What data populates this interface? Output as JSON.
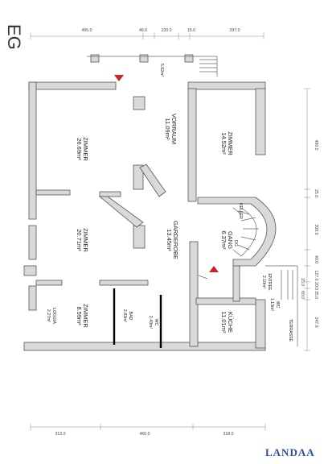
{
  "floor_label": "EG",
  "brand": "LANDAA",
  "top_dimensions": [
    "495.0",
    "46.0",
    "220.0",
    "15.0",
    "297.0"
  ],
  "bottom_dimensions": [
    "313.0",
    "460.0",
    "318.0"
  ],
  "right_dimensions": [
    "490.0",
    "25.0",
    "300.0",
    "40.0",
    "127.0",
    "20.0",
    "35.0",
    "247.0"
  ],
  "right_small_dimensions": [
    "15.0",
    "60.0"
  ],
  "rooms": [
    {
      "name": "ZIMMER",
      "area": "26.69m²"
    },
    {
      "name": "VORRAUM",
      "area": "11.09m²"
    },
    {
      "name": "ZIMMER",
      "area": "14.52m²"
    },
    {
      "name": "ZIMMER",
      "area": "20.71m²"
    },
    {
      "name": "GARDEROBE",
      "area": "13.45m²"
    },
    {
      "name": "GANG",
      "area": "6.37m²"
    },
    {
      "name": "ZIMMER",
      "area": "8.59m²"
    },
    {
      "name": "LOGGIA",
      "area": "2.27m²"
    },
    {
      "name": "BAD",
      "area": "2.83m²"
    },
    {
      "name": "WC",
      "area": "2.43m²"
    },
    {
      "name": "KÜCHE",
      "area": "11.01m²"
    },
    {
      "name": "ENTREE",
      "area": "2.10m²"
    },
    {
      "name": "WC",
      "area": "1.13m²"
    }
  ],
  "labels": {
    "keller": "KELLER",
    "dg": "DG",
    "terrasse": "TERRASSE",
    "porch_area": "5.62m²"
  }
}
